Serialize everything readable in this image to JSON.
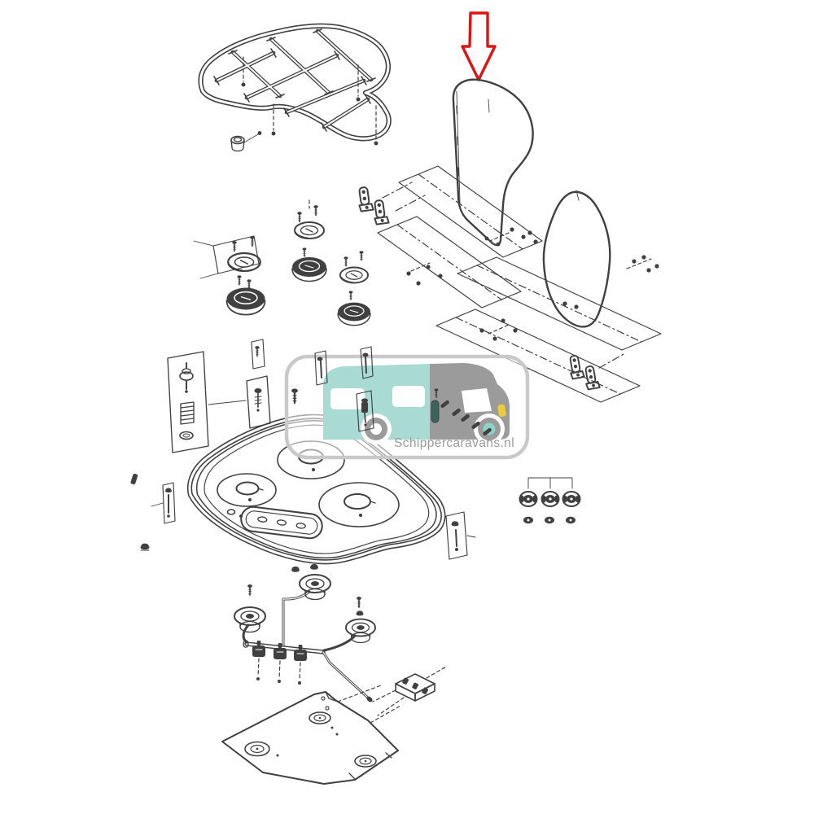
{
  "diagram": {
    "line_color": "#404040",
    "background_color": "#ffffff",
    "highlight_arrow": {
      "color": "#dd1414",
      "direction": "down",
      "points_at": "glass-lid-front"
    },
    "parts": [
      "pan-support-grate",
      "grate-rubber-feet",
      "glass-lid-front",
      "glass-lid-rear",
      "mounting-track-front",
      "mounting-track-rear",
      "hinge-set-front",
      "hinge-set-rear",
      "burner-assembly-left",
      "burner-assembly-center",
      "burner-assembly-right",
      "ignition-service-kit",
      "injector-plate",
      "fastener-screws",
      "hob-basin",
      "control-recess",
      "gas-manifold-with-valves",
      "venturi-cups",
      "igniter-block",
      "base-plate",
      "knob-bases",
      "grommets"
    ]
  },
  "watermark": {
    "text": "Schippercaravans.nl",
    "text_color": "#9a9a9a",
    "frame_color": "#c9c9c9",
    "frame_fill": "rgba(255,255,255,0.55)",
    "caravan_body_color": "#a9dbd4",
    "caravan_cab_color": "#9b9b9b",
    "window_color": "#ffffff",
    "headlight_color": "#e9cb3d",
    "wheel_ring_color": "#9b9b9b",
    "wheel_hub_color": "#8fd2c8",
    "electrode_color": "#3a635c"
  }
}
